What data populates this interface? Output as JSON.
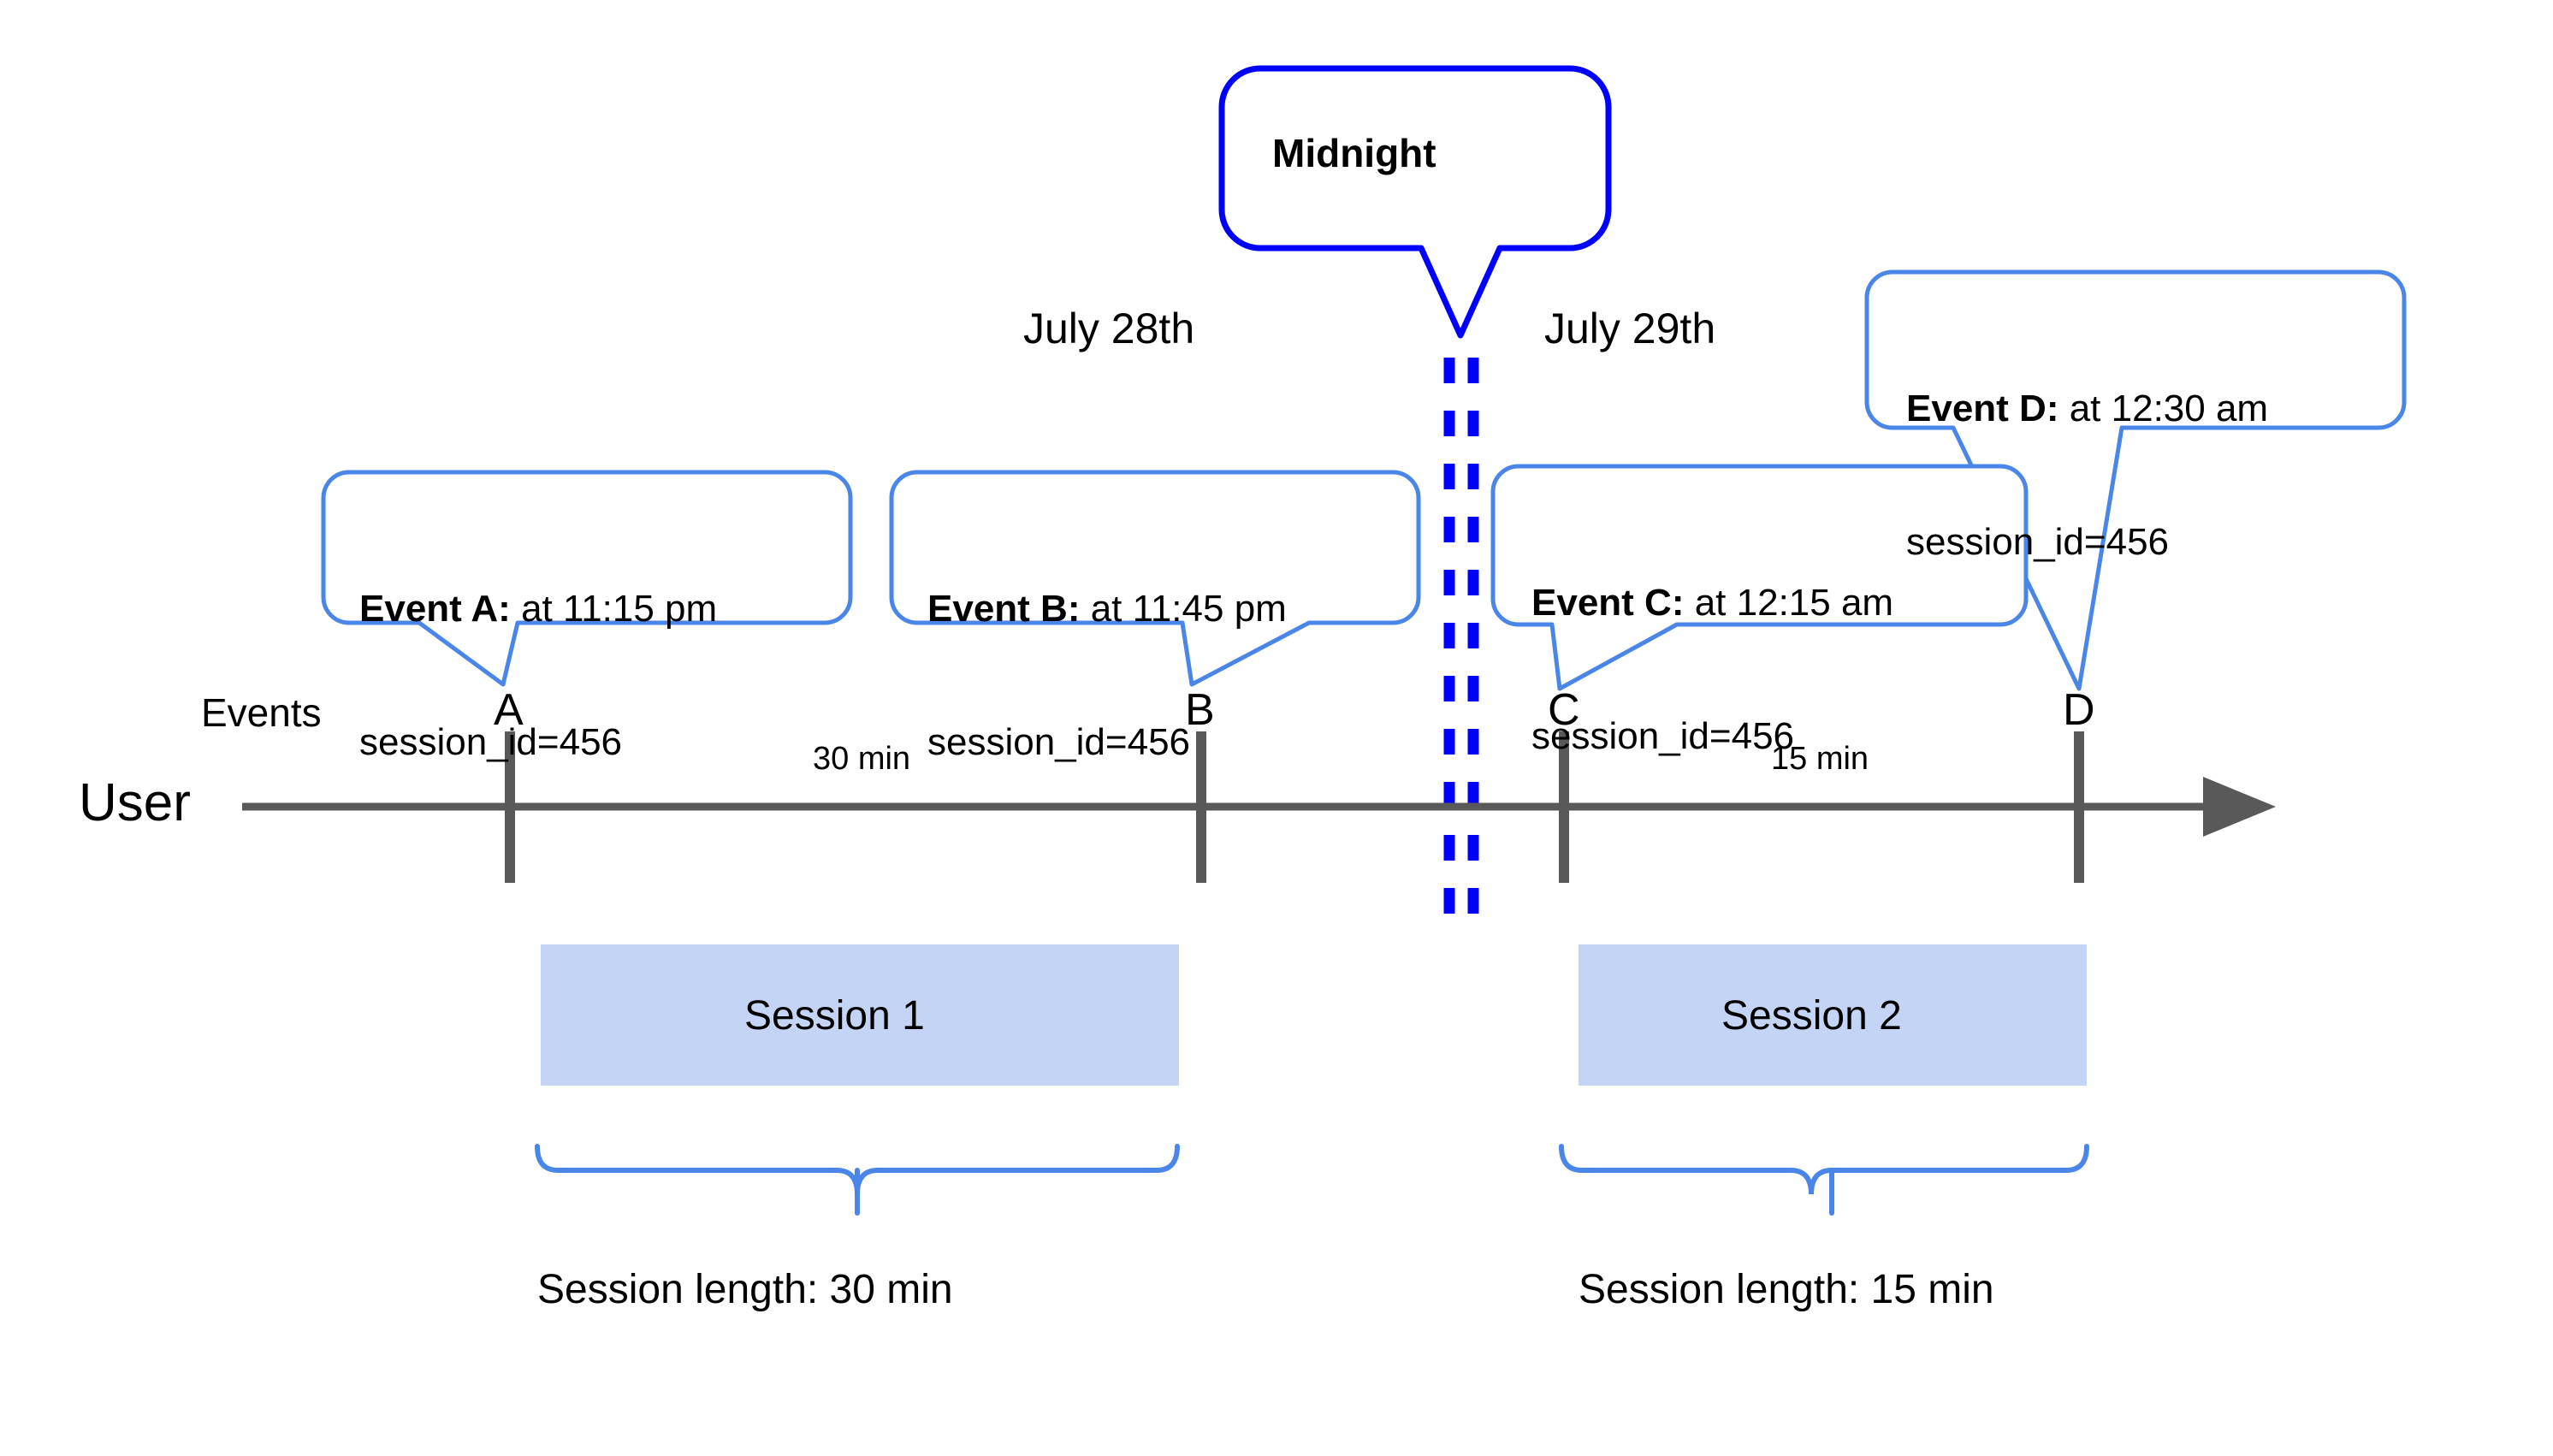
{
  "diagram": {
    "title_callout": {
      "label": "Midnight"
    },
    "date_labels": [
      {
        "name": "july-28",
        "text": "July 28th"
      },
      {
        "name": "july-29",
        "text": "July 29th"
      }
    ],
    "row_labels": {
      "events": "Events",
      "user": "User"
    },
    "event_callouts": [
      {
        "id": "A",
        "bold": "Event A:",
        "rest": " at 11:15 pm",
        "line2": "session_id=456"
      },
      {
        "id": "B",
        "bold": "Event B:",
        "rest": " at 11:45 pm",
        "line2": "session_id=456"
      },
      {
        "id": "C",
        "bold": "Event C:",
        "rest": " at 12:15 am",
        "line2": "session_id=456"
      },
      {
        "id": "D",
        "bold": "Event D:",
        "rest": " at 12:30 am",
        "line2": "session_id=456"
      }
    ],
    "markers": [
      {
        "label": "A"
      },
      {
        "label": "B"
      },
      {
        "label": "C"
      },
      {
        "label": "D"
      }
    ],
    "durations": [
      {
        "between": "A-B",
        "text": "30 min"
      },
      {
        "between": "C-D",
        "text": "15 min"
      }
    ],
    "sessions": [
      {
        "label": "Session 1",
        "length_label": "Session length: 30 min"
      },
      {
        "label": "Session 2",
        "length_label": "Session length: 15 min"
      }
    ],
    "colors": {
      "callout_border": "#4a86e8",
      "midnight_border": "#0000ff",
      "midnight_dashed": "#0000ff",
      "session_fill": "#c3d4f5",
      "axis": "#595959",
      "brace": "#4a86e8",
      "text": "#000000"
    }
  }
}
